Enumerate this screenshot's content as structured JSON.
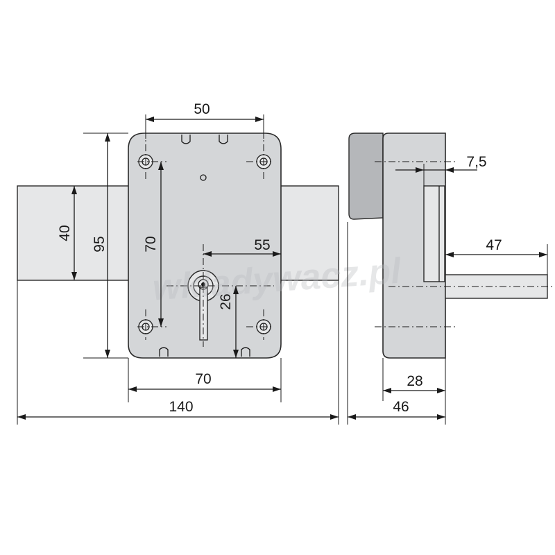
{
  "watermark": "wkladywacz.pl",
  "dimensions": {
    "d50": "50",
    "d40": "40",
    "d95": "95",
    "d70_vertical": "70",
    "d55": "55",
    "d26": "26",
    "d70_horizontal": "70",
    "d140": "140",
    "d7_5": "7,5",
    "d47": "47",
    "d28": "28",
    "d46": "46"
  },
  "colors": {
    "body_fill": "#d4d6d8",
    "bolt_fill": "#e6e7e8",
    "knob_fill": "#b5b7ba",
    "line": "#1a1a1a"
  }
}
